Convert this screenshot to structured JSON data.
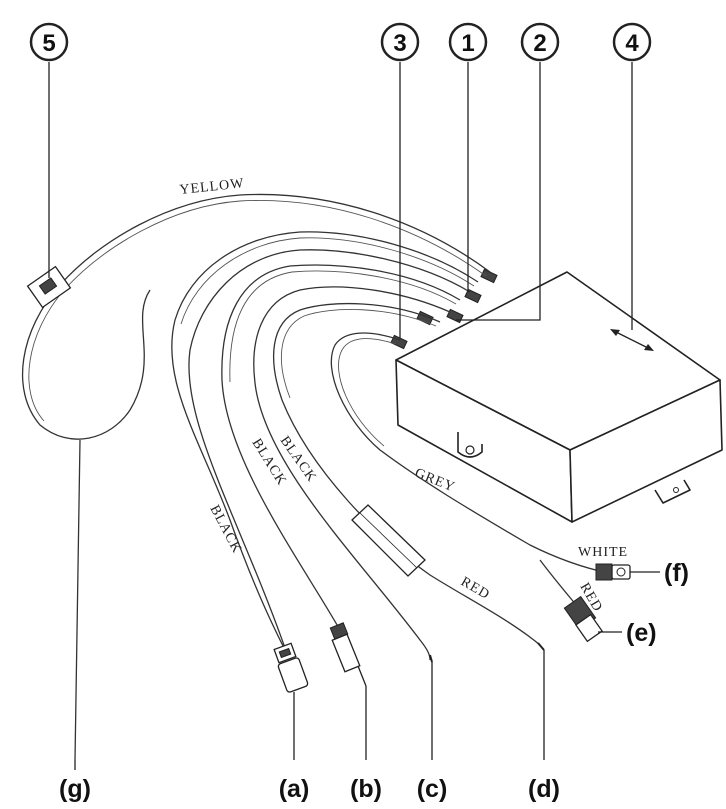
{
  "callouts": {
    "c1": "1",
    "c2": "2",
    "c3": "3",
    "c4": "4",
    "c5": "5"
  },
  "connectors": {
    "a": "(a)",
    "b": "(b)",
    "c": "(c)",
    "d": "(d)",
    "e": "(e)",
    "f": "(f)",
    "g": "(g)"
  },
  "wire_labels": {
    "yellow": "YELLOW",
    "black_1": "BLACK",
    "black_2": "BLACK",
    "black_3": "BLACK",
    "grey": "GREY",
    "white": "WHITE",
    "red_1": "RED",
    "red_2": "RED"
  }
}
